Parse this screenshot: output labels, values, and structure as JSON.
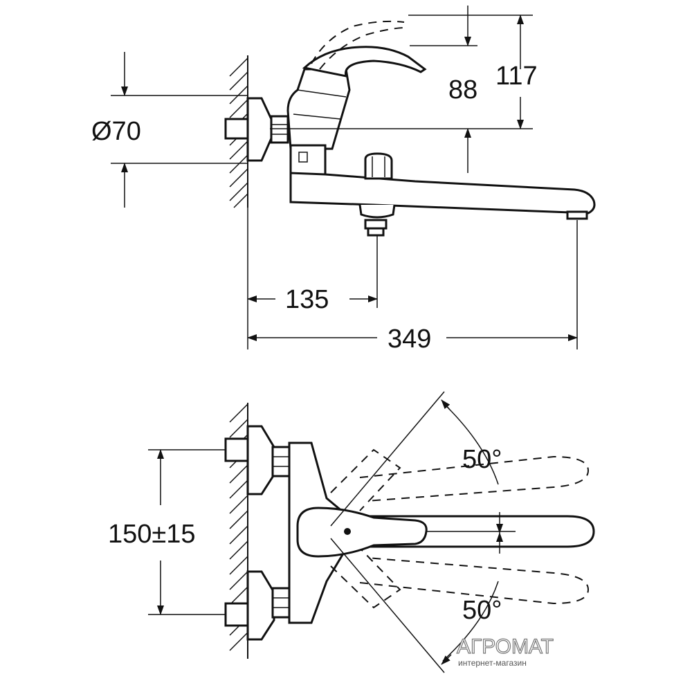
{
  "dimensions": {
    "diameter": "Ø70",
    "height_88": "88",
    "height_117": "117",
    "length_135": "135",
    "length_349": "349",
    "spacing": "150±15",
    "angle_top": "50°",
    "angle_bottom": "50°"
  },
  "watermark": {
    "brand": "АГРОМАТ",
    "subtitle": "интернет-магазин"
  },
  "colors": {
    "line": "#111111",
    "background": "#ffffff"
  }
}
